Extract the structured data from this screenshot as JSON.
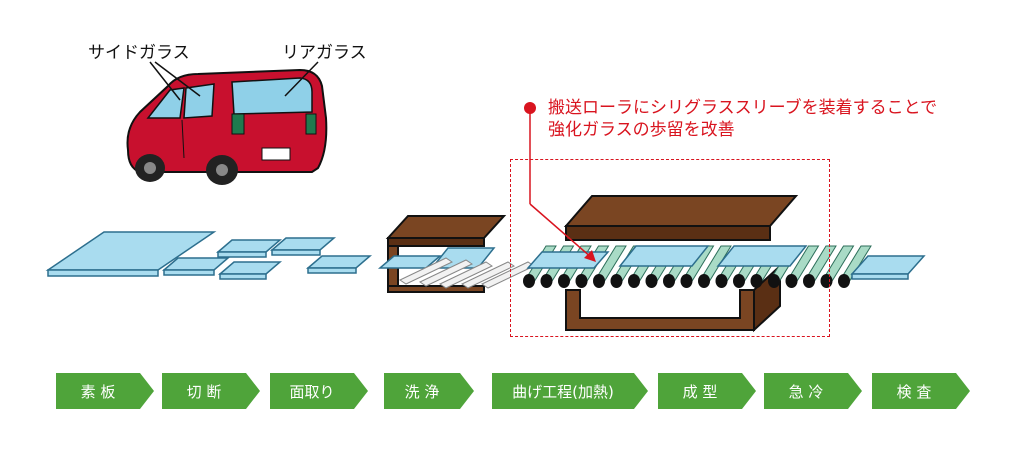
{
  "labels": {
    "side_glass": "サイドガラス",
    "rear_glass": "リアガラス"
  },
  "callout": {
    "line1": "搬送ローラにシリグラススリーブを装着することで",
    "line2": "強化ガラスの歩留を改善",
    "color": "#d9141f"
  },
  "steps": [
    {
      "label": "素 板"
    },
    {
      "label": "切 断"
    },
    {
      "label": "面取り"
    },
    {
      "label": "洗 浄"
    },
    {
      "label": "曲げ工程(加熱)"
    },
    {
      "label": "成 型"
    },
    {
      "label": "急 冷"
    },
    {
      "label": "検 査"
    }
  ],
  "colors": {
    "glass": "#a9dcef",
    "glass_edge": "#2d6f8e",
    "furnace": "#7a4522",
    "car_body": "#c8102e",
    "step_green": "#4fa43a",
    "sleeve": "#a9dbc6"
  }
}
